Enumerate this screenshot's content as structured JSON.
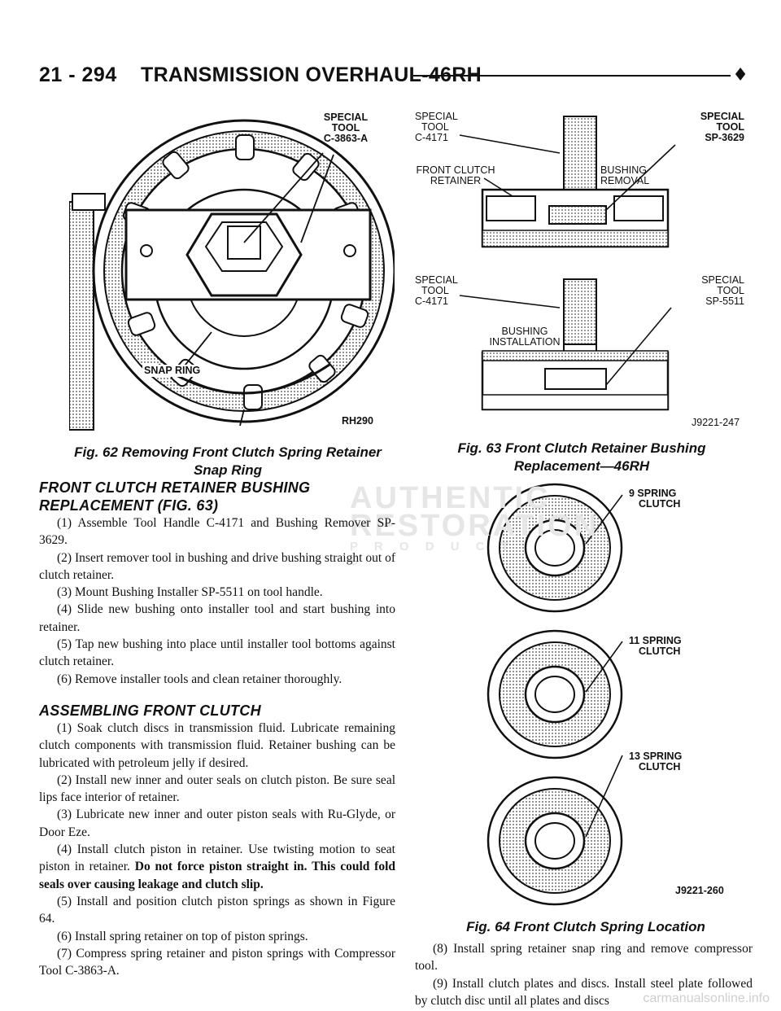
{
  "header": {
    "page_number": "21 - 294",
    "title": "TRANSMISSION OVERHAUL-46RH",
    "marker": "♦"
  },
  "fig62": {
    "labels": {
      "special_tool_1": "SPECIAL",
      "special_tool_2": "TOOL",
      "special_tool_3": "C-3863-A",
      "snap_ring": "SNAP RING",
      "code": "RH290"
    },
    "caption_line1": "Fig. 62 Removing Front Clutch Spring Retainer",
    "caption_line2": "Snap Ring"
  },
  "fig63": {
    "labels": {
      "tl1": "SPECIAL",
      "tl2": "TOOL",
      "tl3": "C-4171",
      "tr1": "SPECIAL",
      "tr2": "TOOL",
      "tr3": "SP-3629",
      "fc1": "FRONT CLUTCH",
      "fc2": "RETAINER",
      "br1": "BUSHING",
      "br2": "REMOVAL",
      "bl1": "SPECIAL",
      "bl2": "TOOL",
      "bl3": "C-4171",
      "brr1": "SPECIAL",
      "brr2": "TOOL",
      "brr3": "SP-5511",
      "bi1": "BUSHING",
      "bi2": "INSTALLATION",
      "code": "J9221-247"
    },
    "caption_line1": "Fig. 63 Front Clutch Retainer Bushing",
    "caption_line2": "Replacement—46RH"
  },
  "fig64": {
    "labels": {
      "s9a": "9 SPRING",
      "s9b": "CLUTCH",
      "s11a": "11 SPRING",
      "s11b": "CLUTCH",
      "s13a": "13 SPRING",
      "s13b": "CLUTCH",
      "code": "J9221-260"
    },
    "caption": "Fig. 64 Front Clutch Spring Location"
  },
  "section1": {
    "heading_line1": "FRONT CLUTCH RETAINER BUSHING",
    "heading_line2": "REPLACEMENT (FIG. 63)",
    "steps": [
      "(1) Assemble Tool Handle C-4171 and Bushing Remover SP-3629.",
      "(2) Insert remover tool in bushing and drive bushing straight out of clutch retainer.",
      "(3) Mount Bushing Installer SP-5511 on tool handle.",
      "(4) Slide new bushing onto installer tool and start bushing into retainer.",
      "(5) Tap new bushing into place until installer tool bottoms against clutch retainer.",
      "(6) Remove installer tools and clean retainer thoroughly."
    ]
  },
  "section2": {
    "heading": "ASSEMBLING FRONT CLUTCH",
    "steps": [
      "(1) Soak clutch discs in transmission fluid. Lubricate remaining clutch components with transmission fluid. Retainer bushing can be lubricated with petroleum jelly if desired.",
      "(2) Install new inner and outer seals on clutch piston. Be sure seal lips face interior of retainer.",
      "(3) Lubricate new inner and outer piston seals with Ru-Glyde, or Door Eze."
    ],
    "step4_plain": "(4) Install clutch piston in retainer. Use twisting motion to seat piston in retainer.",
    "step4_bold": "Do not force piston straight in. This could fold seals over causing leakage and clutch slip.",
    "steps_after": [
      "(5) Install and position clutch piston springs as shown in Figure 64.",
      "(6) Install spring retainer on top of piston springs.",
      "(7) Compress spring retainer and piston springs with Compressor Tool C-3863-A."
    ]
  },
  "right_steps": [
    "(8) Install spring retainer snap ring and remove compressor tool.",
    "(9) Install clutch plates and discs. Install steel plate followed by clutch disc until all plates and discs"
  ],
  "watermark": {
    "line1": "AUTHENTIC",
    "line2": "RESTORATION",
    "line3": "P R O D U C T S",
    "footer": "carmanualsonline.info"
  }
}
